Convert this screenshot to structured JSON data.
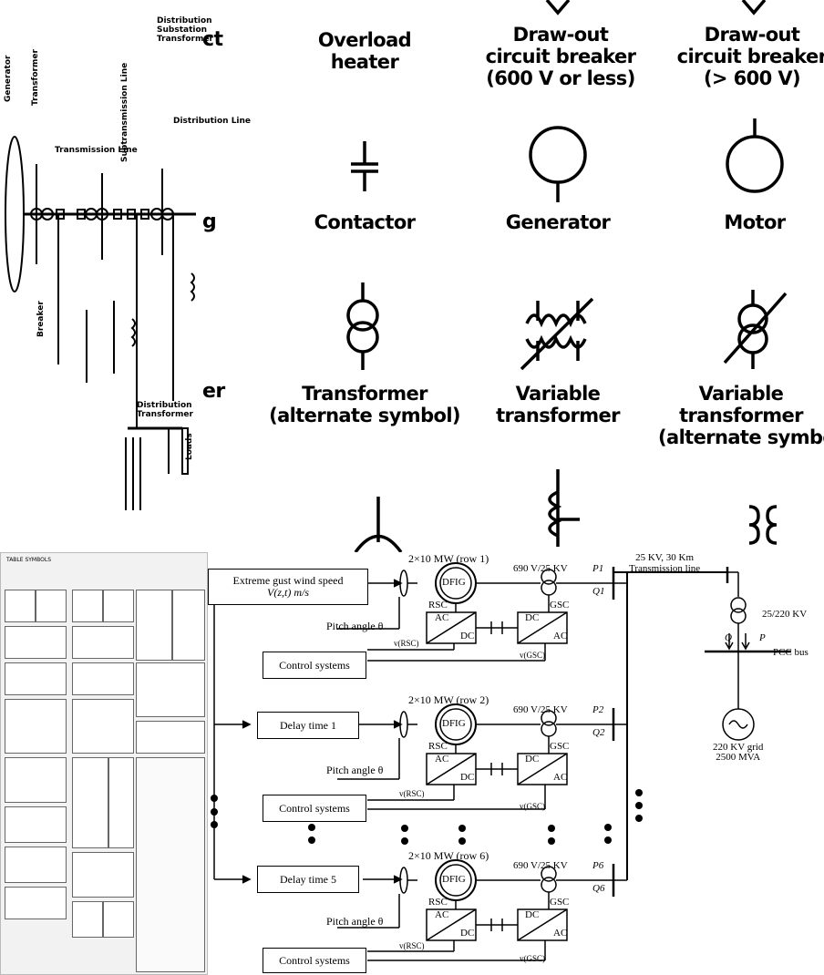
{
  "symbols": {
    "partial_left_top": "ct",
    "partial_left_mid": "g",
    "partial_left_low": "er",
    "overload_heater": [
      "Overload",
      "heater"
    ],
    "drawout_low": [
      "Draw-out",
      "circuit breaker",
      "(600 V or less)"
    ],
    "drawout_high": [
      "Draw-out",
      "circuit breaker",
      "(> 600 V)"
    ],
    "contactor": "Contactor",
    "generator": "Generator",
    "motor": "Motor",
    "transformer_alt": [
      "Transformer",
      "(alternate symbol)"
    ],
    "variable_transformer": [
      "Variable",
      "transformer"
    ],
    "variable_transformer_alt": [
      "Variable",
      "transformer",
      "(alternate symbol)"
    ]
  },
  "power_system": {
    "labels": [
      "Generator",
      "Transformer",
      "Transmission Line",
      "Subtransmission Line",
      "Distribution Line",
      "Distribution Substation Transformer",
      "Distribution Transformer",
      "Loads",
      "Breaker"
    ]
  },
  "table_panel": {
    "title": "TABLE SYMBOLS"
  },
  "wind_farm": {
    "input_box": [
      "Extreme gust wind speed",
      "V(z,t) m/s"
    ],
    "delay1": "Delay time 1",
    "delay5": "Delay time 5",
    "control": "Control systems",
    "dfig": "DFIG",
    "rsc": "RSC",
    "gsc": "GSC",
    "ac": "AC",
    "dc": "DC",
    "pitch": "Pitch angle θ",
    "v_rsc": "v(RSC)",
    "v_gsc": "v(GSC)",
    "row1": "2×10 MW (row 1)",
    "row2": "2×10 MW (row 2)",
    "row6": "2×10 MW (row 6)",
    "kv_label": "690 V/25 KV",
    "p1": "P1",
    "q1": "Q1",
    "p2": "P2",
    "q2": "Q2",
    "p6": "P6",
    "q6": "Q6",
    "tline": [
      "25 KV, 30 Km",
      "Transmission line"
    ],
    "xfmr": "25/220 KV",
    "q": "Q",
    "p": "P",
    "pcc": "PCC bus",
    "grid": [
      "220 KV grid",
      "2500 MVA"
    ]
  }
}
